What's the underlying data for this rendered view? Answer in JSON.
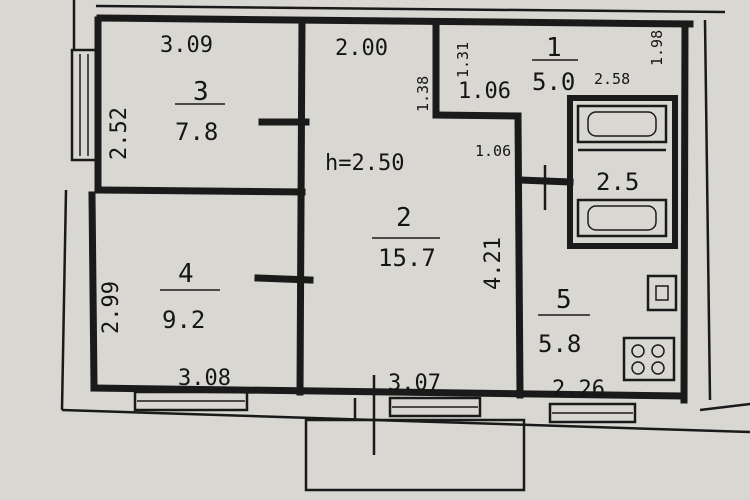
{
  "colors": {
    "paper": "#d9d7d2",
    "ink": "#1a1a1a"
  },
  "rooms": [
    {
      "id": "room-3",
      "number": "3",
      "area": "7.8",
      "width": "3.09",
      "depth": "2.52"
    },
    {
      "id": "room-4",
      "number": "4",
      "area": "9.2",
      "width": "3.08",
      "depth": "2.99"
    },
    {
      "id": "room-2",
      "number": "2",
      "area": "15.7",
      "width": "3.07",
      "depth": "4.21",
      "top_width": "2.00",
      "ceiling": "h=2.50"
    },
    {
      "id": "room-1",
      "number": "1",
      "area": "5.0",
      "dims": [
        "1.31",
        "1.38",
        "1.06",
        "1.06",
        "2.58",
        "1.98"
      ]
    },
    {
      "id": "room-5",
      "number": "5",
      "area": "5.8",
      "width": "2.26"
    }
  ],
  "bathroom": {
    "area": "2.5"
  }
}
